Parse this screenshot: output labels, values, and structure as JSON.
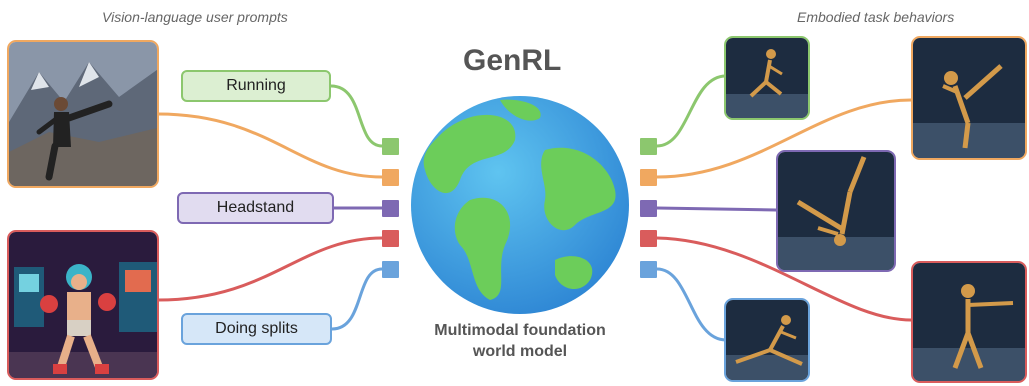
{
  "captions": {
    "left": "Vision-language user prompts",
    "right": "Embodied task behaviors"
  },
  "center": {
    "title": "GenRL",
    "subtitle_line1": "Multimodal foundation",
    "subtitle_line2": "world model"
  },
  "prompts": [
    {
      "label": "Running",
      "color": "#8cc76e",
      "fill": "#dcefd2"
    },
    {
      "label": "Headstand",
      "color": "#7e69b3",
      "fill": "#e1dcf0"
    },
    {
      "label": "Doing splits",
      "color": "#6aa3dc",
      "fill": "#d6e7f8"
    }
  ],
  "image_prompts": [
    {
      "name": "karate-kick-photo",
      "color": "#f0a860"
    },
    {
      "name": "retro-boxer-illustration",
      "color": "#d95c5c"
    }
  ],
  "connection_colors": [
    "#8cc76e",
    "#f0a860",
    "#7e69b3",
    "#d95c5c",
    "#6aa3dc"
  ],
  "icons": {
    "world": "globe-icon"
  }
}
